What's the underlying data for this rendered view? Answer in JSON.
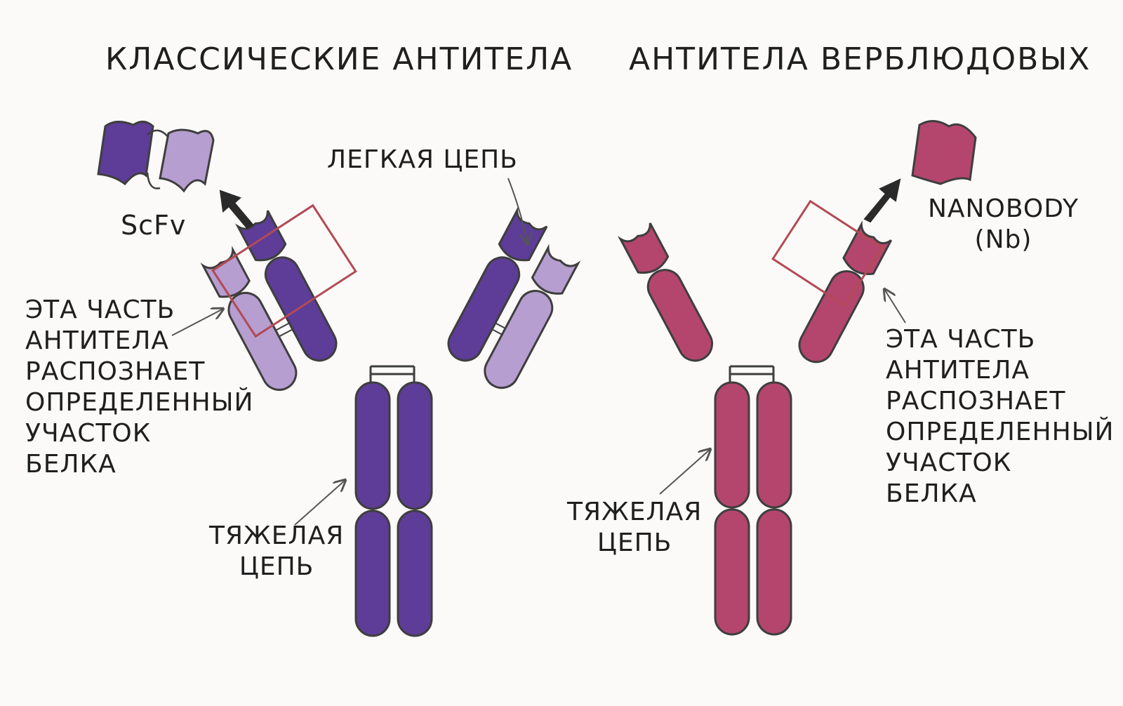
{
  "titles": {
    "classic": "КЛАССИЧЕСКИЕ АНТИТЕЛА",
    "camelid": "АНТИТЕЛА ВЕРБЛЮДОВЫХ"
  },
  "classic": {
    "fragment_label": "ScFv",
    "light_chain_label": "ЛЕГКАЯ ЦЕПЬ",
    "heavy_chain_label": [
      "ТЯЖЕЛАЯ",
      "ЦЕПЬ"
    ],
    "recognition_label": [
      "ЭТА ЧАСТЬ",
      "АНТИТЕЛА",
      "РАСПОЗНАЕТ",
      "ОПРЕДЕЛЕННЫЙ",
      "УЧАСТОК",
      "БЕЛКА"
    ]
  },
  "camelid": {
    "fragment_label": [
      "NANOBODY",
      "(Nb)"
    ],
    "heavy_chain_label": [
      "ТЯЖЕЛАЯ",
      "ЦЕПЬ"
    ],
    "recognition_label": [
      "ЭТА ЧАСТЬ",
      "АНТИТЕЛА",
      "РАСПОЗНАЕТ",
      "ОПРЕДЕЛЕННЫЙ",
      "УЧАСТОК",
      "БЕЛКА"
    ]
  },
  "colors": {
    "heavy_classic": "#5d3d98",
    "light_classic": "#b69ed0",
    "heavy_camelid": "#b4466e",
    "outline": "#3e3e3e",
    "box": "#b24a55"
  }
}
